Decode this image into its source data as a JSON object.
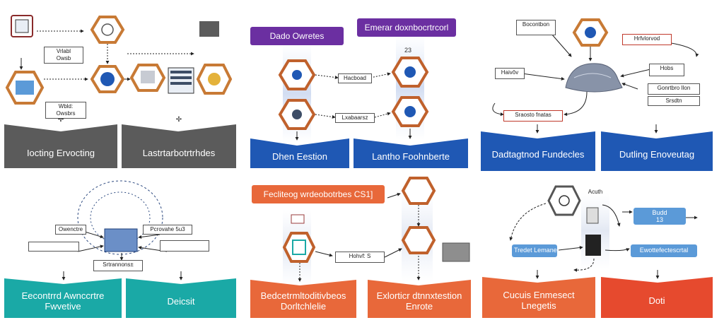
{
  "colors": {
    "gray": "#5b5b5b",
    "blue": "#1f58b4",
    "teal": "#1aa9a6",
    "orange": "#e8683a",
    "purple": "#6b2fa1",
    "hex_orange": "#c87a35",
    "light_blue": "#5b9ad8"
  },
  "panel1": {
    "labels": {
      "a": "Vrlabl\nOwsb",
      "b": "Wbld:\nOwsbrs"
    },
    "footer_left": "Iocting Ervocting",
    "footer_right": "Lastrtarbotrtrhdes"
  },
  "panel2": {
    "header_left": "Dado Owretes",
    "header_right": "Emerar doxnbocrtrcorl",
    "mid_a": "Hacboad",
    "mid_b": "Lxabaarsz",
    "num_a": "23",
    "footer_left": "Dhen Eestion",
    "footer_right": "Lantho Foohnberte"
  },
  "panel3": {
    "labels": {
      "a": "Bocontbon",
      "b": "Haivôv",
      "c": "Hrfvlorvod",
      "d": "Hobs",
      "e": "Sraosto fnatas",
      "f": "Gonrtbro Ilon",
      "g": "Srsdtn"
    },
    "footer_left": "Dadtagtnod Fundecles",
    "footer_right": "Dutling Enoveutag"
  },
  "panel4": {
    "labels": {
      "a": "Owenctre",
      "b": "Pcrovahe 5u3",
      "c": "Srtrannons±"
    },
    "footer_left": "Eecontrrd Awnccrtre Fwvetive",
    "footer_right": "Deicsit"
  },
  "panel5": {
    "header": "Fecliteog wrdeobotrbes CS1]",
    "mid": "Hohvf: S",
    "footer_left": "Bedcetrmltoditivbeos Dorltchlelie",
    "footer_right": "Exlorticr dtnnxtestion Enrote"
  },
  "panel6": {
    "labels": {
      "a": "Budd\n13",
      "b": "Tredet Lemane",
      "c": "Ewottefectescrtal",
      "d": "Acuth"
    },
    "footer_left": "Cucuis Enmesect Lnegetis",
    "footer_right": "Doti"
  }
}
